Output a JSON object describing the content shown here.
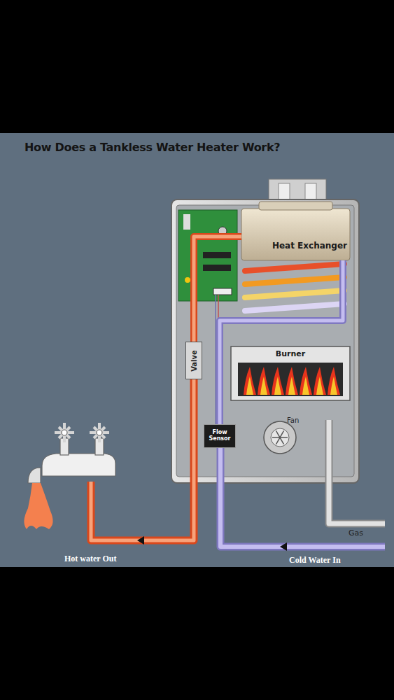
{
  "diagram": {
    "title": "How Does a Tankless Water Heater Work?",
    "nodes": [
      {
        "text": [
          "Heat Exchanger"
        ]
      },
      {
        "text": [
          "Burner"
        ]
      },
      {
        "text": [
          "Valve"
        ]
      },
      {
        "text": [
          "Flow Sensor"
        ]
      }
    ],
    "edges": [
      {
        "from": 0,
        "to": 2,
        "arrow": "none"
      },
      {
        "from": 3,
        "to": 0,
        "arrow": "none"
      }
    ],
    "labels": [
      "Fan",
      "Gas",
      "Cold Water In",
      "Hot water Out"
    ]
  }
}
